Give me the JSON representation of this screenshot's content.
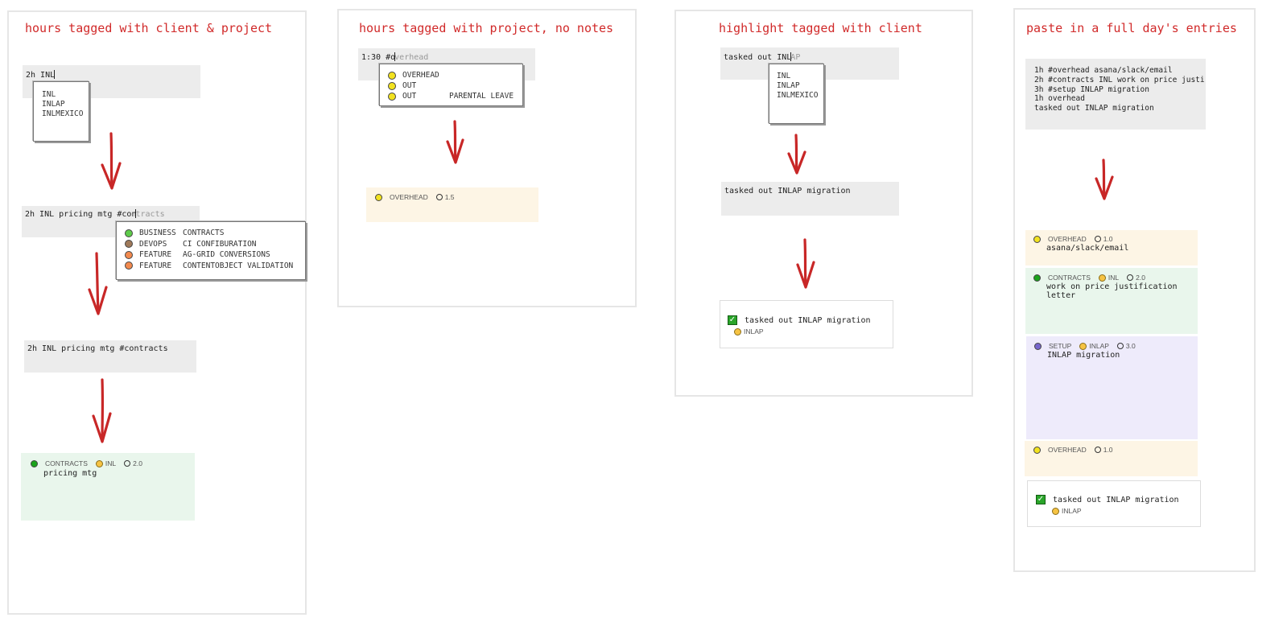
{
  "colors": {
    "title_red": "#d12a2a",
    "arrow_red": "#c82727",
    "overhead_yellow": "#f2e21f",
    "contracts_green": "#1aa31a",
    "setup_purple": "#7766cc",
    "bg_overhead": "#fdf5e5",
    "bg_contracts": "#e9f6ec",
    "bg_setup": "#eeebfb",
    "dot_green": "#5ecb4a",
    "dot_brown": "#a07a5a",
    "dot_orange": "#f28a4e"
  },
  "icons": {
    "priority": "colored-dot",
    "client": "smiley-icon",
    "duration": "clock-icon",
    "done": "checkbox-checked-icon"
  },
  "panels": [
    {
      "title": "hours tagged with client & project",
      "step1": {
        "typed": "2h INL",
        "ghost": "",
        "suggestions": [
          "INL",
          "INLAP",
          "INLMEXICO"
        ]
      },
      "step2": {
        "typed": "2h INL pricing mtg #con",
        "ghost": "tracts",
        "suggestions": [
          {
            "category": "BUSINESS",
            "label": "CONTRACTS",
            "color": "#5ecb4a"
          },
          {
            "category": "DEVOPS",
            "label": "CI CONFIBURATION",
            "color": "#a07a5a"
          },
          {
            "category": "FEATURE",
            "label": "AG-GRID CONVERSIONS",
            "color": "#f28a4e"
          },
          {
            "category": "FEATURE",
            "label": "CONTENTOBJECT VALIDATION",
            "color": "#f28a4e"
          }
        ]
      },
      "step3": {
        "text": "2h INL pricing mtg #contracts"
      },
      "result": {
        "project": "CONTRACTS",
        "client": "INL",
        "hours": "2.0",
        "note": "pricing mtg"
      }
    },
    {
      "title": "hours tagged with project, no notes",
      "step1": {
        "typed": "1:30 #o",
        "ghost": "verhead",
        "suggestions": [
          {
            "label": "OVERHEAD",
            "extra": ""
          },
          {
            "label": "OUT",
            "extra": ""
          },
          {
            "label": "OUT",
            "extra": "PARENTAL LEAVE"
          }
        ]
      },
      "result": {
        "project": "OVERHEAD",
        "hours": "1.5"
      }
    },
    {
      "title": "highlight tagged with client",
      "step1": {
        "typed": "tasked out INL",
        "ghost": "AP",
        "suggestions": [
          "INL",
          "INLAP",
          "INLMEXICO"
        ]
      },
      "step2": {
        "text": "tasked out INLAP migration"
      },
      "result": {
        "text": "tasked out INLAP migration",
        "client": "INLAP"
      }
    },
    {
      "title": "paste in a full day's entries",
      "paste": [
        "1h #overhead asana/slack/email",
        "2h #contracts INL work on price justi",
        "3h #setup INLAP migration",
        "1h overhead",
        "tasked out INLAP migration"
      ],
      "entries": [
        {
          "project": "OVERHEAD",
          "client": "",
          "hours": "1.0",
          "notes": [
            "asana/slack/email"
          ]
        },
        {
          "project": "CONTRACTS",
          "client": "INL",
          "hours": "2.0",
          "notes": [
            "work on price justification",
            "letter"
          ]
        },
        {
          "project": "SETUP",
          "client": "INLAP",
          "hours": "3.0",
          "notes": [
            "INLAP migration"
          ]
        },
        {
          "project": "OVERHEAD",
          "client": "",
          "hours": "1.0",
          "notes": []
        }
      ],
      "highlight": {
        "text": "tasked out INLAP migration",
        "client": "INLAP"
      }
    }
  ]
}
